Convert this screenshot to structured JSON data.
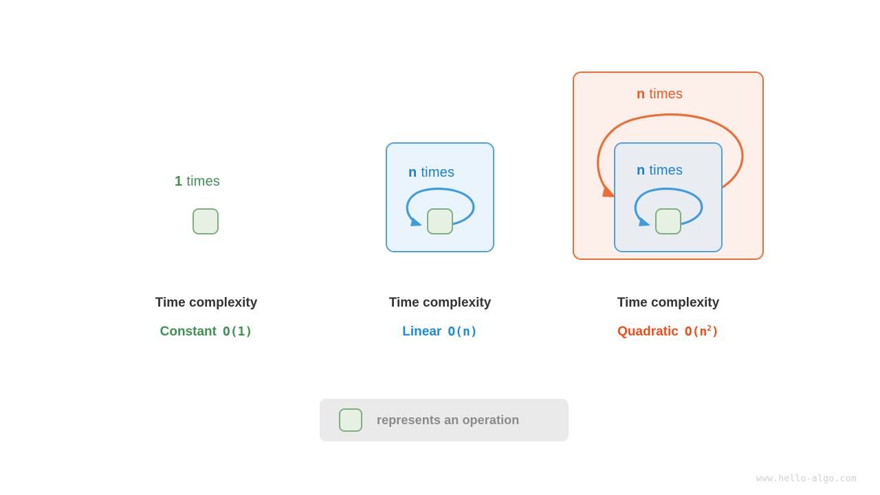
{
  "diagram": {
    "title_label": "Time complexity",
    "columns": [
      {
        "id": "constant",
        "count_label": "1",
        "times_word": "times",
        "complexity_name": "Constant",
        "big_o_prefix": "O(1)",
        "big_o_base": "O(1)",
        "big_o_exponent": "",
        "accent_color": "#3f9351",
        "operation_box_name": "operation-box",
        "loops": 0
      },
      {
        "id": "linear",
        "count_label": "n",
        "times_word": "times",
        "complexity_name": "Linear",
        "big_o_base": "O(n)",
        "big_o_exponent": "",
        "accent_color": "#1b8ce0",
        "operation_box_name": "operation-box",
        "loops": 1
      },
      {
        "id": "quadratic",
        "count_label": "n",
        "times_word": "times",
        "inner_count_label": "n",
        "inner_times_word": "times",
        "complexity_name": "Quadratic",
        "big_o_base": "O(n",
        "big_o_exponent": "2",
        "big_o_suffix": ")",
        "accent_color": "#f04e18",
        "operation_box_name": "operation-box",
        "loops": 2
      }
    ],
    "legend": {
      "text": "represents an operation",
      "swatch_fill": "#e6f0e3",
      "swatch_border": "#7cb07c",
      "background": "#eaeaea"
    },
    "watermark": "www.hello-algo.com",
    "colors": {
      "green": "#3f9351",
      "blue": "#1b8ce0",
      "orange": "#f04e18",
      "blue_panel_border": "#4aa3e8",
      "blue_panel_fill": "#eaf4fd",
      "blue_panel_fill_nested": "#e9edf2",
      "orange_panel_border": "#ef6c33",
      "orange_panel_fill": "#fdf0ea",
      "title_text": "#333333",
      "legend_text": "#8a8a8a",
      "watermark_text": "#cfcfcf"
    }
  }
}
